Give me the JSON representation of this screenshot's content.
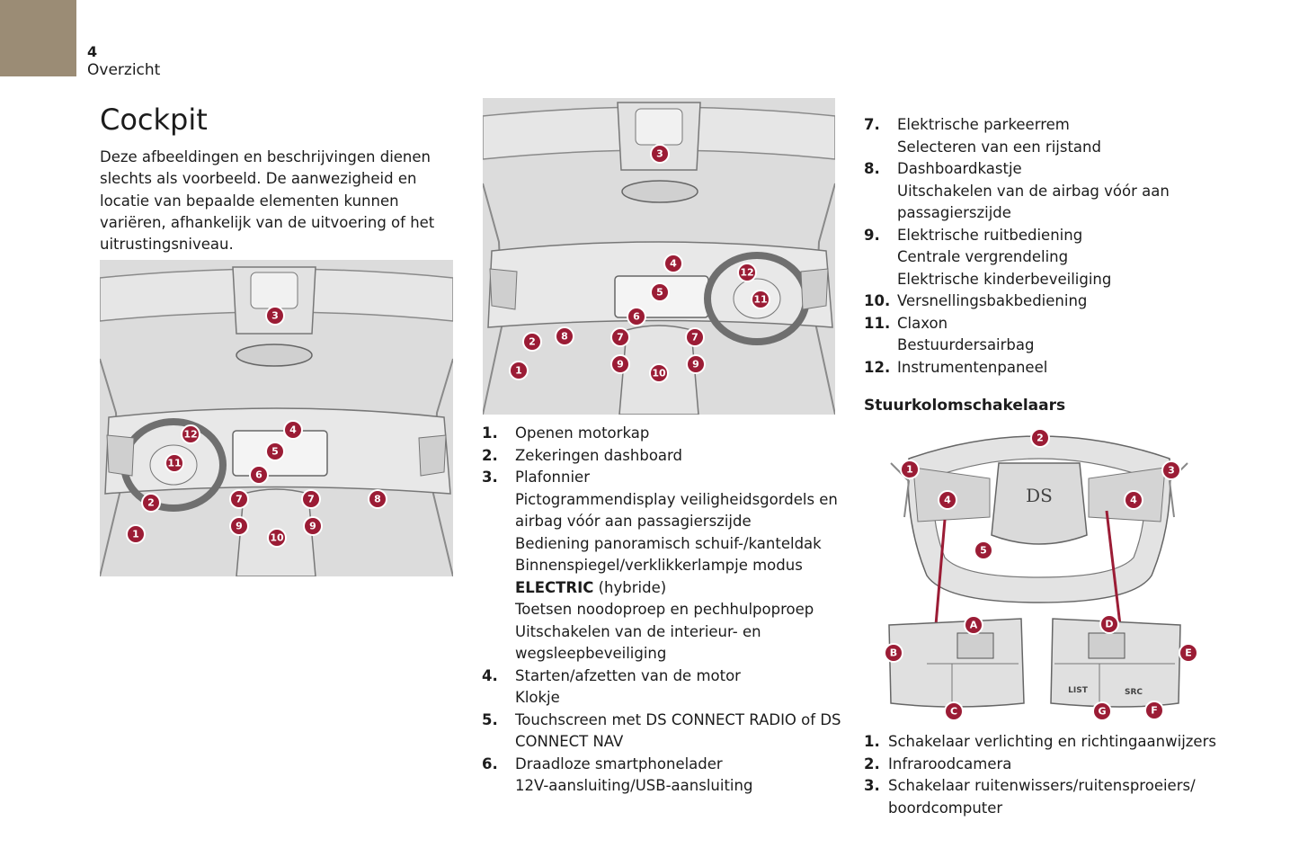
{
  "header": {
    "page_number": "4",
    "section": "Overzicht"
  },
  "title": "Cockpit",
  "intro": "Deze afbeeldingen en beschrijvingen dienen slechts als voorbeeld. De aanwezigheid en locatie van bepaalde elementen kunnen variëren, afhankelijk van de uitvoering of het uitrustingsniveau.",
  "figure_lhd": {
    "callouts": [
      "3",
      "12",
      "4",
      "5",
      "11",
      "6",
      "2",
      "7",
      "7",
      "8",
      "1",
      "9",
      "10",
      "9"
    ]
  },
  "figure_rhd": {
    "callouts": [
      "3",
      "4",
      "12",
      "5",
      "11",
      "6",
      "2",
      "8",
      "7",
      "7",
      "1",
      "9",
      "10",
      "9"
    ]
  },
  "figure_wheel": {
    "callouts": [
      "2",
      "1",
      "3",
      "4",
      "4",
      "5",
      "A",
      "D",
      "B",
      "E",
      "C",
      "G",
      "F"
    ],
    "btn_list": "LIST",
    "btn_src": "SRC",
    "logo": "DS"
  },
  "items_main": [
    {
      "num": "1.",
      "lines": [
        "Openen motorkap"
      ]
    },
    {
      "num": "2.",
      "lines": [
        "Zekeringen dashboard"
      ]
    },
    {
      "num": "3.",
      "lines": [
        "Plafonnier",
        "Pictogrammendisplay veiligheidsgordels en",
        "airbag vóór aan passagierszijde",
        "Bediening panoramisch schuif-/kanteldak",
        "Binnenspiegel/verklikkerlampje modus"
      ],
      "bold": "ELECTRIC",
      "bold_rest": " (hybride)",
      "extra": [
        "Toetsen noodoproep en pechhulpoproep",
        "Uitschakelen van de interieur- en",
        "wegsleepbeveiliging"
      ]
    },
    {
      "num": "4.",
      "lines": [
        "Starten/afzetten van de motor",
        "Klokje"
      ]
    },
    {
      "num": "5.",
      "lines": [
        "Touchscreen met DS CONNECT RADIO of DS",
        "CONNECT NAV"
      ]
    },
    {
      "num": "6.",
      "lines": [
        "Draadloze smartphonelader",
        "12V-aansluiting/USB-aansluiting"
      ]
    }
  ],
  "items_right": [
    {
      "num": "7.",
      "lines": [
        "Elektrische parkeerrem",
        "Selecteren van een rijstand"
      ]
    },
    {
      "num": "8.",
      "lines": [
        "Dashboardkastje",
        "Uitschakelen van de airbag vóór aan",
        "passagierszijde"
      ]
    },
    {
      "num": "9.",
      "lines": [
        "Elektrische ruitbediening",
        "Centrale vergrendeling",
        "Elektrische kinderbeveiliging"
      ]
    },
    {
      "num": "10.",
      "lines": [
        "Versnellingsbakbediening"
      ]
    },
    {
      "num": "11.",
      "lines": [
        "Claxon",
        "Bestuurdersairbag"
      ]
    },
    {
      "num": "12.",
      "lines": [
        "Instrumentenpaneel"
      ]
    }
  ],
  "subhead": "Stuurkolomschakelaars",
  "items_wheel": [
    {
      "num": "1.",
      "lines": [
        "Schakelaar verlichting en richtingaanwijzers"
      ]
    },
    {
      "num": "2.",
      "lines": [
        "Infraroodcamera"
      ]
    },
    {
      "num": "3.",
      "lines": [
        "Schakelaar ruitenwissers/ruitensproeiers/",
        "boordcomputer"
      ]
    }
  ],
  "colors": {
    "accent": "#9b1c35",
    "tab": "#9b8c75",
    "figure_bg": "#dcdcdc"
  }
}
